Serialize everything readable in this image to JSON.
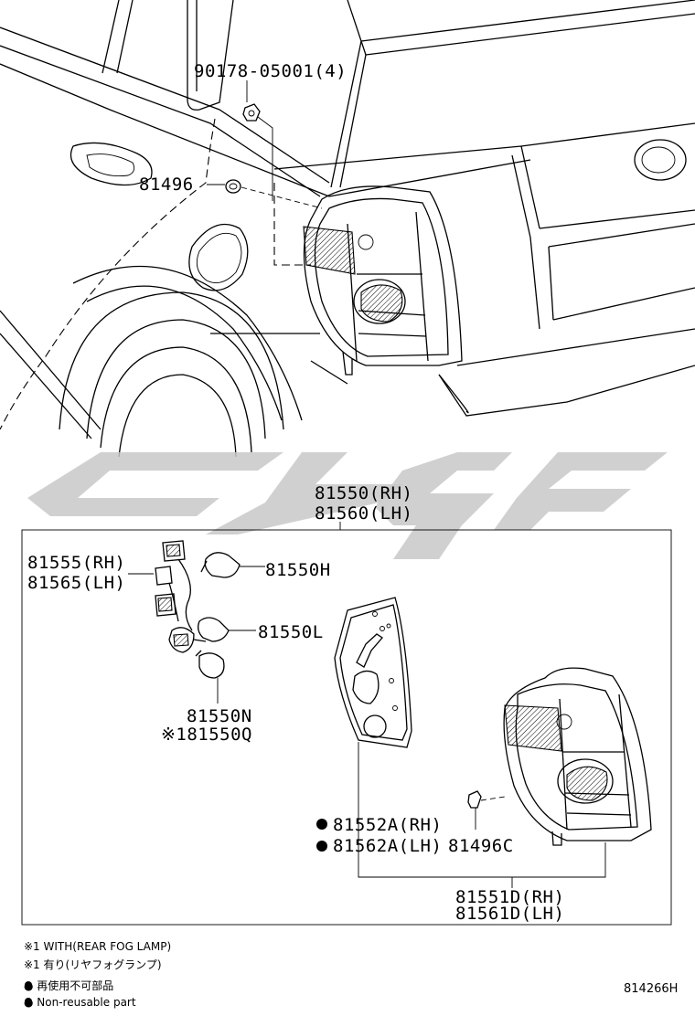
{
  "labels": {
    "p90178": "90178-05001(4)",
    "p81496": "81496",
    "p81550rh": "81550(RH)",
    "p81560lh": "81560(LH)",
    "p81555rh": "81555(RH)",
    "p81565lh": "81565(LH)",
    "p81550h": "81550H",
    "p81550l": "81550L",
    "p81550n": "81550N",
    "p81550q": "※181550Q",
    "p81552a": "81552A(RH)",
    "p81562a": "81562A(LH)",
    "p81496c": "81496C",
    "p81551d": "81551D(RH)",
    "p81561d": "81561D(LH)"
  },
  "notes": {
    "n1": "※1 WITH(REAR FOG LAMP)",
    "n2": "※1 有り(リヤフォグランプ)",
    "n3": "● 再使用不可部品",
    "n4": "● Non-reusable part"
  },
  "reference": "814266H",
  "colors": {
    "line": "#000000",
    "watermark": "#c8c8c8",
    "background": "#ffffff"
  }
}
